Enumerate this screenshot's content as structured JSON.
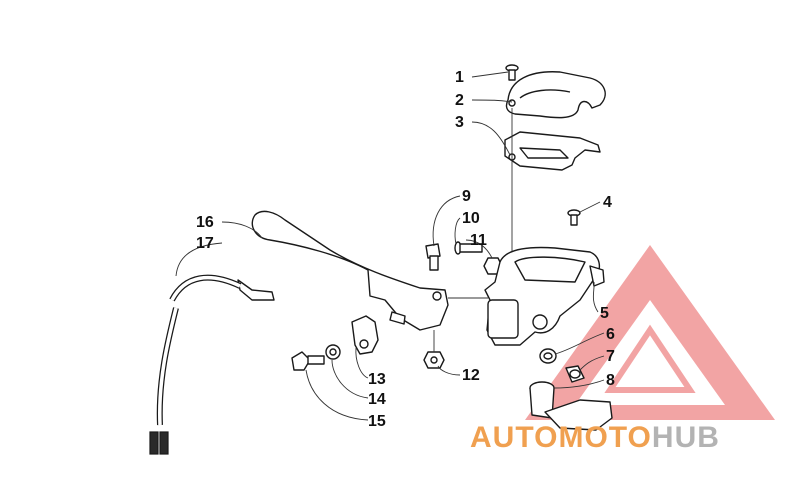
{
  "callouts": [
    {
      "id": "1",
      "label": "1"
    },
    {
      "id": "2",
      "label": "2"
    },
    {
      "id": "3",
      "label": "3"
    },
    {
      "id": "4",
      "label": "4"
    },
    {
      "id": "5",
      "label": "5"
    },
    {
      "id": "6",
      "label": "6"
    },
    {
      "id": "7",
      "label": "7"
    },
    {
      "id": "8",
      "label": "8"
    },
    {
      "id": "9",
      "label": "9"
    },
    {
      "id": "10",
      "label": "10"
    },
    {
      "id": "11",
      "label": "11"
    },
    {
      "id": "12",
      "label": "12"
    },
    {
      "id": "13",
      "label": "13"
    },
    {
      "id": "14",
      "label": "14"
    },
    {
      "id": "15",
      "label": "15"
    },
    {
      "id": "16",
      "label": "16"
    },
    {
      "id": "17",
      "label": "17"
    }
  ],
  "watermark": {
    "part1": "AUTO",
    "part2": "MOTO",
    "part3": "HUB",
    "color_primary": "#f0a050",
    "color_secondary": "#b3b3b3",
    "triangle_color": "#e85a5a"
  }
}
